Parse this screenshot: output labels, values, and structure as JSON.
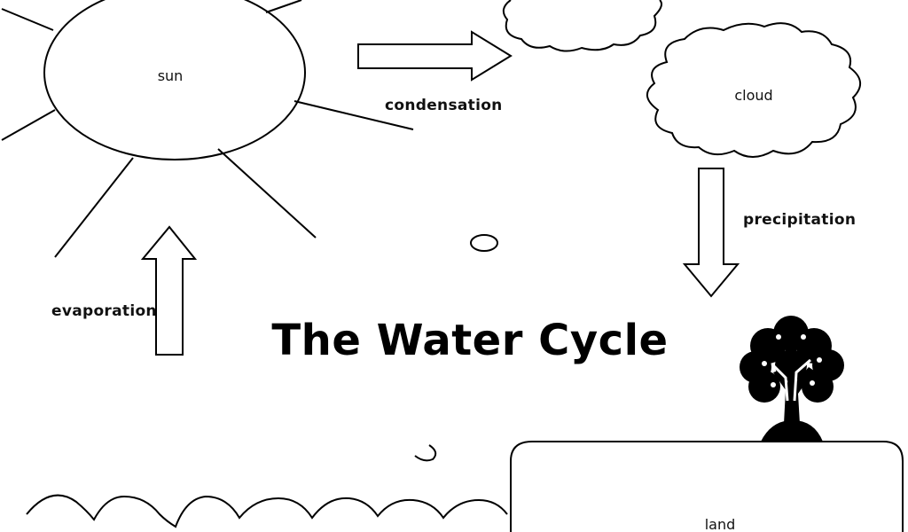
{
  "diagram": {
    "title": "The Water Cycle",
    "labels": {
      "sun": "sun",
      "condensation": "condensation",
      "cloud": "cloud",
      "precipitation": "precipitation",
      "evaporation": "evaporation",
      "land": "land"
    },
    "icons": {
      "sun": "sun-icon",
      "cloud_small": "cloud-icon",
      "cloud_large": "cloud-icon",
      "tree": "tree-icon",
      "water": "water-waves-icon",
      "raindrop": "raindrop-icon"
    },
    "colors": {
      "line": "#000000",
      "background": "#ffffff"
    }
  }
}
